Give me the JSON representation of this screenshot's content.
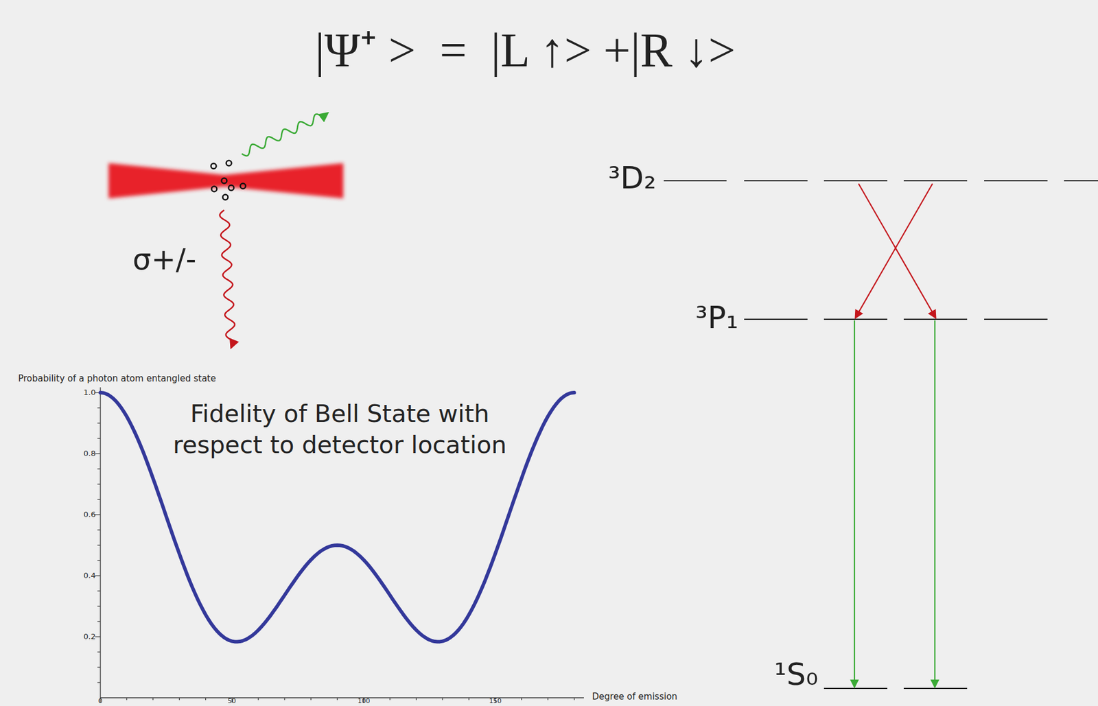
{
  "diagram": {
    "title": "|Ψ⁺ >  =  |L ↑> +|R ↓>",
    "labels": [
      "σ+/-",
      "³D₂",
      "³P₁",
      "¹S₀",
      "Probability of a photon atom entangled state",
      "Fidelity of Bell State with respect to detector location",
      "1.0",
      "0.8",
      "0.6",
      "0.4",
      "0.2",
      "0",
      "50",
      "100",
      "150",
      "Degree of emission"
    ]
  }
}
